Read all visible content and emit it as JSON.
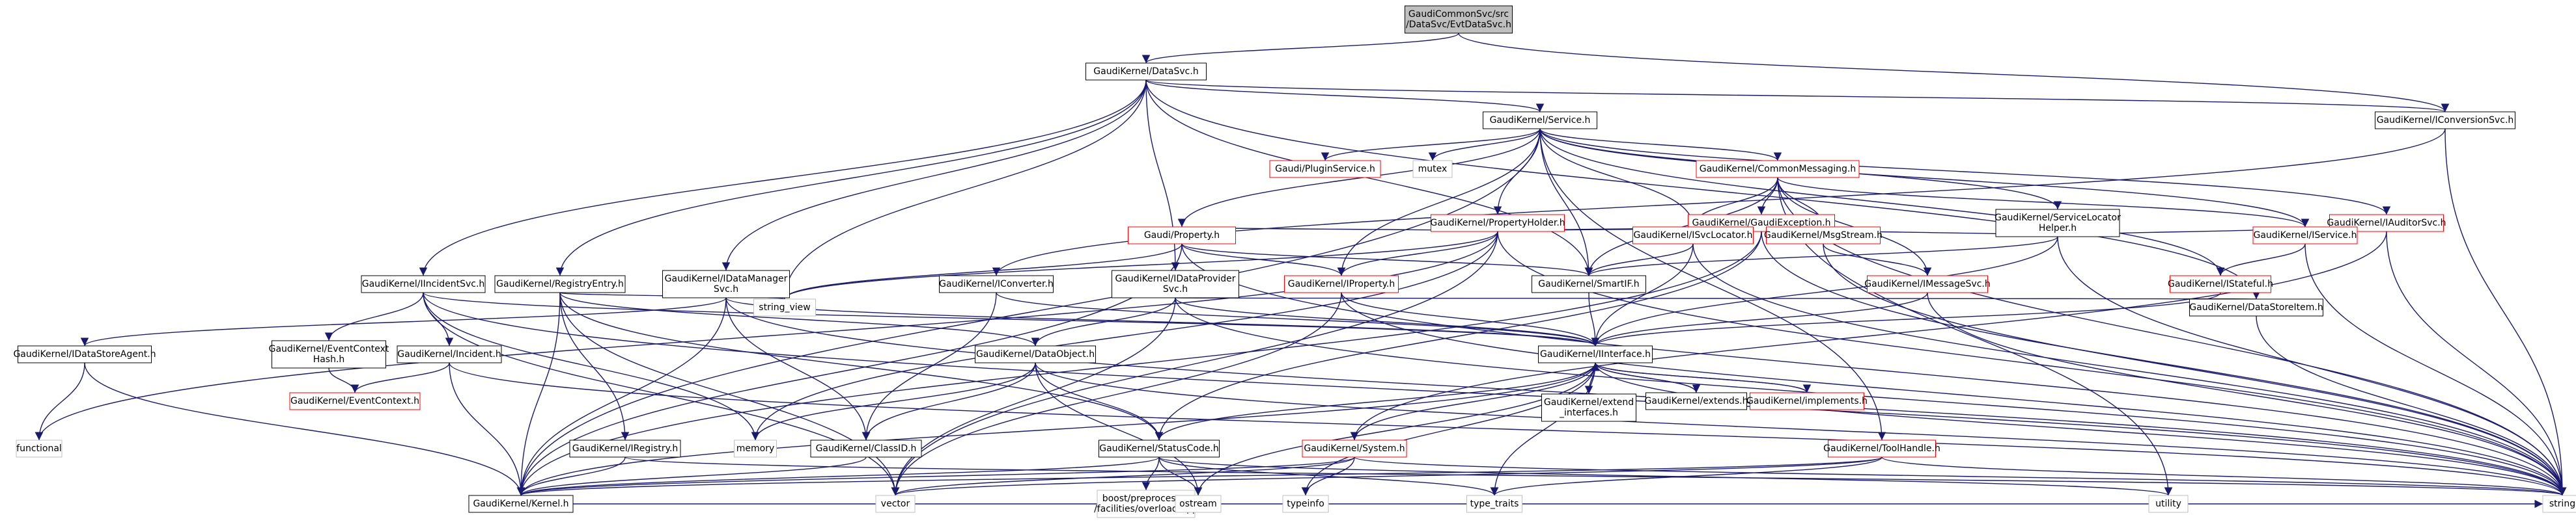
{
  "graph": {
    "nodes": [
      {
        "id": "root",
        "label": [
          "GaudiCommonSvc/src",
          "/DataSvc/EvtDataSvc.h"
        ],
        "style": "root"
      },
      {
        "id": "datasvc",
        "label": [
          "GaudiKernel/DataSvc.h"
        ],
        "style": "black"
      },
      {
        "id": "iconversionsvc",
        "label": [
          "GaudiKernel/IConversionSvc.h"
        ],
        "style": "black"
      },
      {
        "id": "service",
        "label": [
          "GaudiKernel/Service.h"
        ],
        "style": "black"
      },
      {
        "id": "incidentsvc",
        "label": [
          "GaudiKernel/IIncidentSvc.h"
        ],
        "style": "black"
      },
      {
        "id": "registryentry",
        "label": [
          "GaudiKernel/RegistryEntry.h"
        ],
        "style": "black"
      },
      {
        "id": "idatamanagersvc",
        "label": [
          "GaudiKernel/IDataManager",
          "Svc.h"
        ],
        "style": "black"
      },
      {
        "id": "smartif",
        "label": [
          "GaudiKernel/SmartIF.h"
        ],
        "style": "black"
      },
      {
        "id": "stringview",
        "label": [
          "string_view"
        ],
        "style": "gray"
      },
      {
        "id": "idataprovidersvc",
        "label": [
          "GaudiKernel/IDataProvider",
          "Svc.h"
        ],
        "style": "black"
      },
      {
        "id": "datastoreitem",
        "label": [
          "GaudiKernel/DataStoreItem.h"
        ],
        "style": "black"
      },
      {
        "id": "string",
        "label": [
          "string"
        ],
        "style": "gray"
      },
      {
        "id": "pluginservice",
        "label": [
          "Gaudi/PluginService.h"
        ],
        "style": "red"
      },
      {
        "id": "mutex",
        "label": [
          "mutex"
        ],
        "style": "gray"
      },
      {
        "id": "commonmessaging",
        "label": [
          "GaudiKernel/CommonMessaging.h"
        ],
        "style": "red"
      },
      {
        "id": "propertyholder",
        "label": [
          "GaudiKernel/PropertyHolder.h"
        ],
        "style": "red"
      },
      {
        "id": "property",
        "label": [
          "Gaudi/Property.h"
        ],
        "style": "red"
      },
      {
        "id": "iproperty",
        "label": [
          "GaudiKernel/IProperty.h"
        ],
        "style": "red"
      },
      {
        "id": "iconverter",
        "label": [
          "GaudiKernel/IConverter.h"
        ],
        "style": "black"
      },
      {
        "id": "gaudiexception",
        "label": [
          "GaudiKernel/GaudiException.h"
        ],
        "style": "red"
      },
      {
        "id": "servicelocatorhelper",
        "label": [
          "GaudiKernel/ServiceLocator",
          "Helper.h"
        ],
        "style": "black"
      },
      {
        "id": "iauditorsvc",
        "label": [
          "GaudiKernel/IAuditorSvc.h"
        ],
        "style": "red"
      },
      {
        "id": "isvclocator",
        "label": [
          "GaudiKernel/ISvcLocator.h"
        ],
        "style": "red"
      },
      {
        "id": "imsgstream",
        "label": [
          "GaudiKernel/MsgStream.h"
        ],
        "style": "red"
      },
      {
        "id": "iservice",
        "label": [
          "GaudiKernel/IService.h"
        ],
        "style": "red"
      },
      {
        "id": "istateful",
        "label": [
          "GaudiKernel/IStateful.h"
        ],
        "style": "red"
      },
      {
        "id": "imessagesvc",
        "label": [
          "GaudiKernel/IMessageSvc.h"
        ],
        "style": "red"
      },
      {
        "id": "idatastoreagent",
        "label": [
          "GaudiKernel/IDataStoreAgent.h"
        ],
        "style": "black"
      },
      {
        "id": "ieventcontexthash",
        "label": [
          "GaudiKernel/EventContext",
          "Hash.h"
        ],
        "style": "black"
      },
      {
        "id": "iincident",
        "label": [
          "GaudiKernel/Incident.h"
        ],
        "style": "black"
      },
      {
        "id": "dataobject",
        "label": [
          "GaudiKernel/DataObject.h"
        ],
        "style": "black"
      },
      {
        "id": "iinterface",
        "label": [
          "GaudiKernel/IInterface.h"
        ],
        "style": "black"
      },
      {
        "id": "functional",
        "label": [
          "functional"
        ],
        "style": "gray"
      },
      {
        "id": "eventcontext",
        "label": [
          "GaudiKernel/EventContext.h"
        ],
        "style": "red"
      },
      {
        "id": "iregistry",
        "label": [
          "GaudiKernel/IRegistry.h"
        ],
        "style": "black"
      },
      {
        "id": "memory",
        "label": [
          "memory"
        ],
        "style": "gray"
      },
      {
        "id": "classid",
        "label": [
          "GaudiKernel/ClassID.h"
        ],
        "style": "black"
      },
      {
        "id": "statuscode",
        "label": [
          "GaudiKernel/StatusCode.h"
        ],
        "style": "black"
      },
      {
        "id": "extendinterfaces",
        "label": [
          "GaudiKernel/extend",
          "_interfaces.h"
        ],
        "style": "black"
      },
      {
        "id": "extends",
        "label": [
          "GaudiKernel/extends.h"
        ],
        "style": "black"
      },
      {
        "id": "implements",
        "label": [
          "GaudiKernel/implements.h"
        ],
        "style": "red"
      },
      {
        "id": "system",
        "label": [
          "GaudiKernel/System.h"
        ],
        "style": "red"
      },
      {
        "id": "toolhandle",
        "label": [
          "GaudiKernel/ToolHandle.h"
        ],
        "style": "red"
      },
      {
        "id": "kernel",
        "label": [
          "GaudiKernel/Kernel.h"
        ],
        "style": "black"
      },
      {
        "id": "vector",
        "label": [
          "vector"
        ],
        "style": "gray"
      },
      {
        "id": "overload",
        "label": [
          "boost/preprocessor",
          "/facilities/overload.hpp"
        ],
        "style": "gray"
      },
      {
        "id": "ostream",
        "label": [
          "ostream"
        ],
        "style": "gray"
      },
      {
        "id": "typeinfo",
        "label": [
          "typeinfo"
        ],
        "style": "gray"
      },
      {
        "id": "typetraits",
        "label": [
          "type_traits"
        ],
        "style": "gray"
      },
      {
        "id": "utility",
        "label": [
          "utility"
        ],
        "style": "gray"
      }
    ],
    "edges": [
      [
        "root",
        "datasvc"
      ],
      [
        "root",
        "iconversionsvc"
      ],
      [
        "datasvc",
        "iconversionsvc"
      ],
      [
        "datasvc",
        "service"
      ],
      [
        "datasvc",
        "incidentsvc"
      ],
      [
        "datasvc",
        "registryentry"
      ],
      [
        "datasvc",
        "idatamanagersvc"
      ],
      [
        "datasvc",
        "smartif"
      ],
      [
        "datasvc",
        "stringview"
      ],
      [
        "datasvc",
        "idataprovidersvc"
      ],
      [
        "datasvc",
        "datastoreitem"
      ],
      [
        "iconversionsvc",
        "iconverter"
      ],
      [
        "iconversionsvc",
        "string"
      ],
      [
        "service",
        "pluginservice"
      ],
      [
        "service",
        "mutex"
      ],
      [
        "service",
        "commonmessaging"
      ],
      [
        "service",
        "propertyholder"
      ],
      [
        "service",
        "property"
      ],
      [
        "service",
        "iproperty"
      ],
      [
        "service",
        "servicelocatorhelper"
      ],
      [
        "service",
        "iauditorsvc"
      ],
      [
        "service",
        "iservice"
      ],
      [
        "service",
        "istateful"
      ],
      [
        "service",
        "isvclocator"
      ],
      [
        "service",
        "smartif"
      ],
      [
        "service",
        "toolhandle"
      ],
      [
        "service",
        "kernel"
      ],
      [
        "commonmessaging",
        "gaudiexception"
      ],
      [
        "commonmessaging",
        "imsgstream"
      ],
      [
        "commonmessaging",
        "imessagesvc"
      ],
      [
        "commonmessaging",
        "iservice"
      ],
      [
        "commonmessaging",
        "isvclocator"
      ],
      [
        "commonmessaging",
        "smartif"
      ],
      [
        "commonmessaging",
        "string"
      ],
      [
        "commonmessaging",
        "utility"
      ],
      [
        "propertyholder",
        "property"
      ],
      [
        "propertyholder",
        "iproperty"
      ],
      [
        "propertyholder",
        "imsgstream"
      ],
      [
        "propertyholder",
        "isvclocator"
      ],
      [
        "propertyholder",
        "functional"
      ],
      [
        "propertyholder",
        "memory"
      ],
      [
        "propertyholder",
        "vector"
      ],
      [
        "propertyholder",
        "string"
      ],
      [
        "propertyholder",
        "stringview"
      ],
      [
        "property",
        "iproperty"
      ],
      [
        "property",
        "smartif"
      ],
      [
        "property",
        "stringview"
      ],
      [
        "property",
        "string"
      ],
      [
        "property",
        "kernel"
      ],
      [
        "iproperty",
        "iinterface"
      ],
      [
        "iproperty",
        "vector"
      ],
      [
        "iproperty",
        "string"
      ],
      [
        "gaudiexception",
        "isvclocator"
      ],
      [
        "gaudiexception",
        "imsgstream"
      ],
      [
        "gaudiexception",
        "statuscode"
      ],
      [
        "gaudiexception",
        "string"
      ],
      [
        "gaudiexception",
        "kernel"
      ],
      [
        "servicelocatorhelper",
        "smartif"
      ],
      [
        "servicelocatorhelper",
        "iservice"
      ],
      [
        "servicelocatorhelper",
        "isvclocator"
      ],
      [
        "servicelocatorhelper",
        "iinterface"
      ],
      [
        "servicelocatorhelper",
        "string"
      ],
      [
        "iauditorsvc",
        "iservice"
      ],
      [
        "iauditorsvc",
        "system"
      ],
      [
        "iauditorsvc",
        "string"
      ],
      [
        "isvclocator",
        "smartif"
      ],
      [
        "isvclocator",
        "iinterface"
      ],
      [
        "isvclocator",
        "string"
      ],
      [
        "imsgstream",
        "imessagesvc"
      ],
      [
        "imsgstream",
        "string"
      ],
      [
        "iservice",
        "istateful"
      ],
      [
        "iservice",
        "string"
      ],
      [
        "istateful",
        "iinterface"
      ],
      [
        "imessagesvc",
        "iinterface"
      ],
      [
        "imessagesvc",
        "string"
      ],
      [
        "smartif",
        "iinterface"
      ],
      [
        "iconverter",
        "iinterface"
      ],
      [
        "iconverter",
        "classid"
      ],
      [
        "incidentsvc",
        "iinterface"
      ],
      [
        "incidentsvc",
        "ieventcontexthash"
      ],
      [
        "incidentsvc",
        "iincident"
      ],
      [
        "incidentsvc",
        "string"
      ],
      [
        "incidentsvc",
        "vector"
      ],
      [
        "incidentsvc",
        "memory"
      ],
      [
        "ieventcontexthash",
        "eventcontext"
      ],
      [
        "iincident",
        "eventcontext"
      ],
      [
        "iincident",
        "string"
      ],
      [
        "iincident",
        "kernel"
      ],
      [
        "registryentry",
        "iregistry"
      ],
      [
        "registryentry",
        "kernel"
      ],
      [
        "registryentry",
        "dataobject"
      ],
      [
        "registryentry",
        "stringview"
      ],
      [
        "registryentry",
        "vector"
      ],
      [
        "registryentry",
        "statuscode"
      ],
      [
        "iregistry",
        "kernel"
      ],
      [
        "iregistry",
        "string"
      ],
      [
        "idatamanagersvc",
        "idatastoreagent"
      ],
      [
        "idatamanagersvc",
        "iinterface"
      ],
      [
        "idatamanagersvc",
        "classid"
      ],
      [
        "idatamanagersvc",
        "string"
      ],
      [
        "idatamanagersvc",
        "kernel"
      ],
      [
        "idatastoreagent",
        "functional"
      ],
      [
        "idatastoreagent",
        "kernel"
      ],
      [
        "idataprovidersvc",
        "dataobject"
      ],
      [
        "idataprovidersvc",
        "iinterface"
      ],
      [
        "idataprovidersvc",
        "datastoreitem"
      ],
      [
        "idataprovidersvc",
        "string"
      ],
      [
        "idataprovidersvc",
        "vector"
      ],
      [
        "dataobject",
        "classid"
      ],
      [
        "dataobject",
        "statuscode"
      ],
      [
        "dataobject",
        "ostream"
      ],
      [
        "dataobject",
        "memory"
      ],
      [
        "dataobject",
        "string"
      ],
      [
        "datastoreitem",
        "string"
      ],
      [
        "classid",
        "kernel"
      ],
      [
        "statuscode",
        "overload"
      ],
      [
        "statuscode",
        "ostream"
      ],
      [
        "statuscode",
        "typetraits"
      ],
      [
        "statuscode",
        "utility"
      ],
      [
        "statuscode",
        "kernel"
      ],
      [
        "iinterface",
        "statuscode"
      ],
      [
        "iinterface",
        "system"
      ],
      [
        "iinterface",
        "kernel"
      ],
      [
        "iinterface",
        "extendinterfaces"
      ],
      [
        "iinterface",
        "extends"
      ],
      [
        "iinterface",
        "implements"
      ],
      [
        "iinterface",
        "ostream"
      ],
      [
        "iinterface",
        "typeinfo"
      ],
      [
        "iinterface",
        "typetraits"
      ],
      [
        "iinterface",
        "string"
      ],
      [
        "extendinterfaces",
        "iinterface"
      ],
      [
        "extends",
        "iinterface"
      ],
      [
        "implements",
        "iinterface"
      ],
      [
        "system",
        "kernel"
      ],
      [
        "system",
        "string"
      ],
      [
        "system",
        "vector"
      ],
      [
        "system",
        "typeinfo"
      ],
      [
        "toolhandle",
        "kernel"
      ],
      [
        "toolhandle",
        "string"
      ],
      [
        "toolhandle",
        "vector"
      ],
      [
        "toolhandle",
        "typetraits"
      ],
      [
        "kernel",
        "string"
      ]
    ]
  },
  "colors": {
    "edge": "#191970",
    "node_border": "#000000",
    "red_border": "#ff0000",
    "gray_border": "#bfbfbf",
    "root_fill": "#bfbfbf",
    "fill": "#ffffff",
    "text": "#000000"
  }
}
